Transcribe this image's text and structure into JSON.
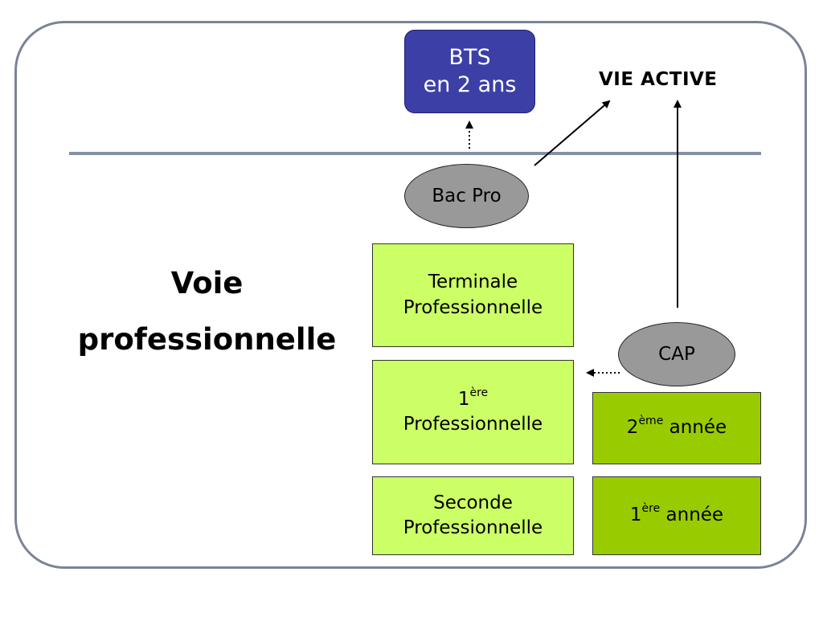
{
  "slide": {
    "left_title": {
      "line1": "Voie",
      "line2": "professionnelle"
    },
    "bts": {
      "line1": "BTS",
      "line2": "en 2 ans"
    },
    "vie_active": "VIE ACTIVE",
    "bac_pro": "Bac Pro",
    "cap": "CAP",
    "pro_track": {
      "terminale": {
        "line1": "Terminale",
        "line2": "Professionnelle"
      },
      "premiere": {
        "num": "1",
        "sup": "ère",
        "line2": "Professionnelle"
      },
      "seconde": {
        "line1": "Seconde",
        "line2": "Professionnelle"
      }
    },
    "cap_track": {
      "year2": {
        "num": "2",
        "sup": "ème",
        "word": " année"
      },
      "year1": {
        "num": "1",
        "sup": "ère",
        "word": " année"
      }
    }
  },
  "colors": {
    "bts_fill": "#3c3fa6",
    "light_green": "#ccff66",
    "dark_green": "#99cc00",
    "ellipse_gray": "#999999",
    "frame_gray": "#7a8497"
  }
}
